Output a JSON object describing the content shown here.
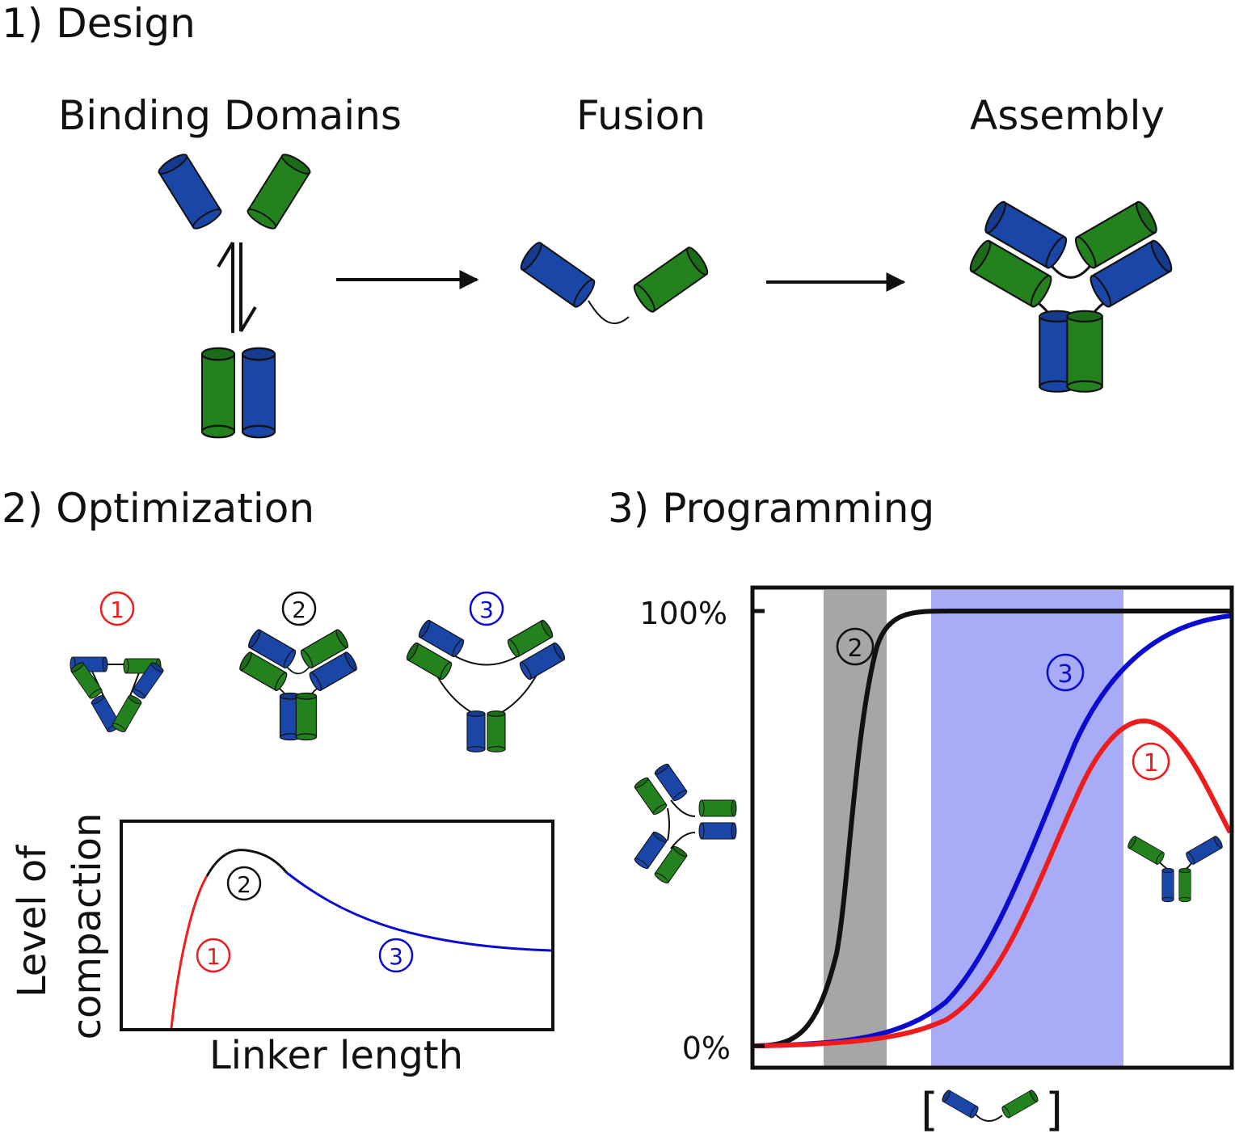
{
  "design": {
    "heading": "1) Design",
    "binding_label": "Binding Domains",
    "fusion_label": "Fusion",
    "assembly_label": "Assembly"
  },
  "optimization": {
    "heading": "2) Optimization",
    "variant_labels": [
      "1",
      "2",
      "3"
    ],
    "curve_labels": [
      "1",
      "2",
      "3"
    ],
    "ylabel_line1": "Level of",
    "ylabel_line2": "compaction",
    "xlabel": "Linker length"
  },
  "programming": {
    "heading": "3) Programming",
    "ytick_top": "100%",
    "ytick_bottom": "0%",
    "curve_labels": [
      "2",
      "3",
      "1"
    ],
    "xlabel_open": "[",
    "xlabel_close": "]"
  },
  "colors": {
    "blue": "#1a46a8",
    "green": "#23821e",
    "red": "#ee1c1c",
    "curve_blue": "#0a0ad0",
    "shade_gray": "#a6a6a6",
    "shade_blue": "#a8acf7"
  }
}
